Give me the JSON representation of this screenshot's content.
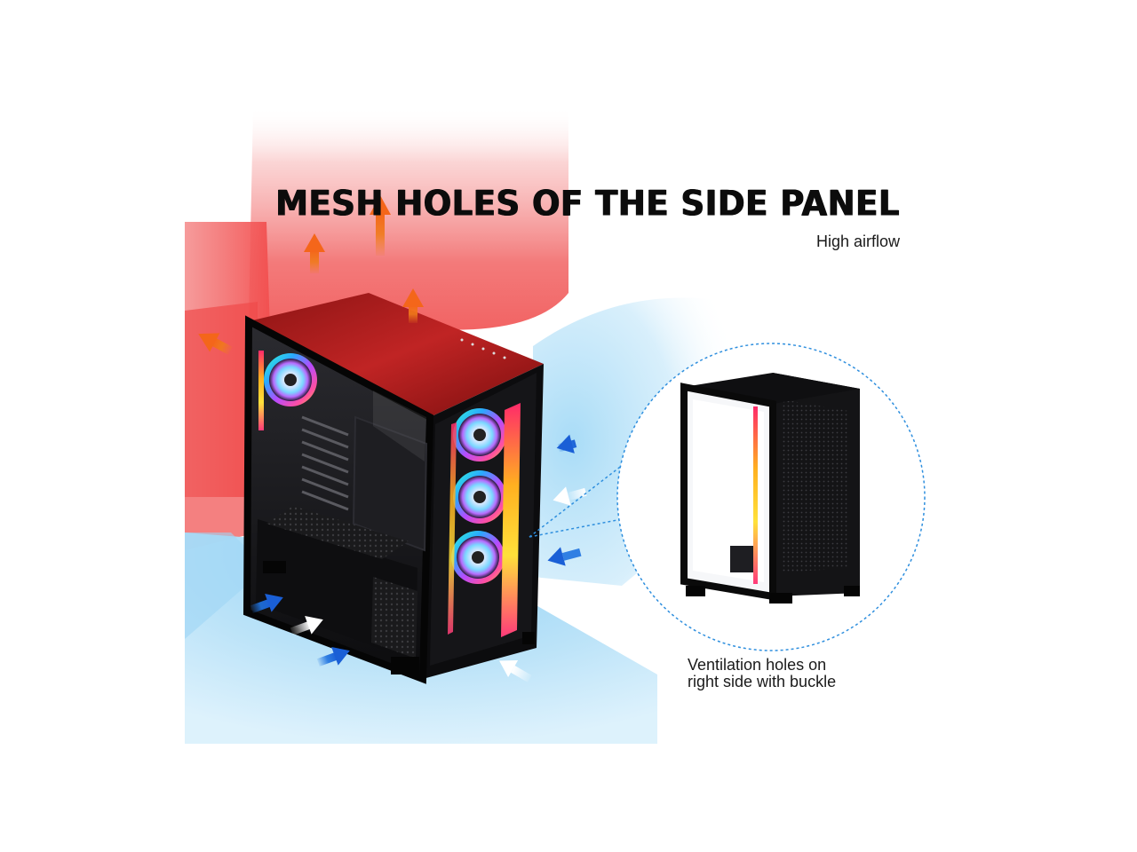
{
  "headline": "MESH HOLES OF THE SIDE PANEL",
  "subheadline": "High airflow",
  "callout_caption": {
    "line1": "Ventilation holes on",
    "line2": "right side with buckle"
  },
  "colors": {
    "hot_air": "#f24b4b",
    "cool_air": "#6fc3f2",
    "arrow_orange": "#f07a1a",
    "arrow_blue": "#1f73e0",
    "arrow_white": "#ffffff",
    "case_black": "#0d0d0f",
    "top_glass_red": "#b01e1e",
    "callout_border": "#2f8fde"
  },
  "icons": [
    "hot-air-arrow-icon",
    "cool-air-arrow-icon",
    "rgb-fan-icon"
  ]
}
